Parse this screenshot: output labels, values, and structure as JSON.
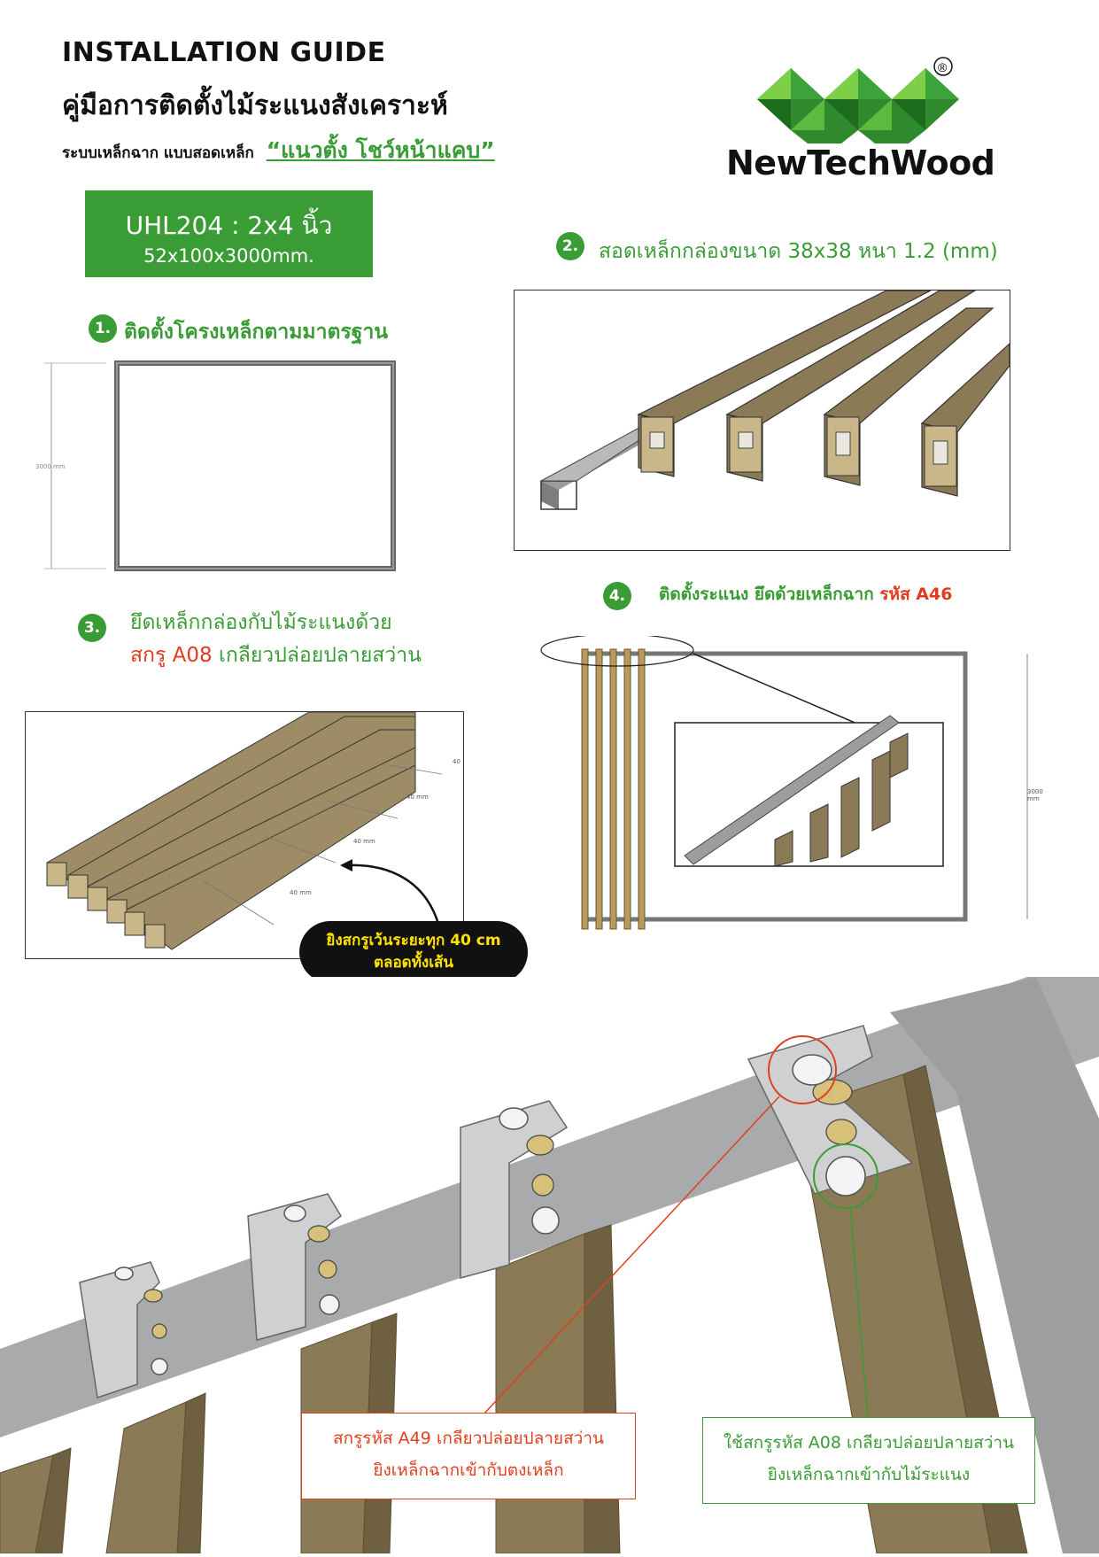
{
  "header": {
    "title_en": "INSTALLATION GUIDE",
    "title_th": "คู่มือการติดตั้งไม้ระแนงสังเคราะห์",
    "subtitle": "ระบบเหล็กฉาก แบบสอดเหล็ก",
    "subtitle_quote": "“แนวตั้ง โชว์หน้าแคบ”"
  },
  "logo": {
    "text": "NewTechWood",
    "registered": "®"
  },
  "spec": {
    "code": "UHL204 : 2x4 นิ้ว",
    "size": "52x100x3000mm."
  },
  "steps": [
    {
      "num": "1.",
      "text": "ติดตั้งโครงเหล็กตามมาตรฐาน"
    },
    {
      "num": "2.",
      "text": "สอดเหล็กกล่องขนาด 38x38 หนา 1.2 (mm)"
    },
    {
      "num": "3.",
      "text_a": "ยึดเหล็กกล่องกับไม้ระแนงด้วย",
      "text_b_red": "สกรู A08",
      "text_b": " เกลียวปล่อยปลายสว่าน"
    },
    {
      "num": "4.",
      "text": "ติดตั้งระแนง ยึดด้วยเหล็กฉาก ",
      "text_red": "รหัส A46"
    }
  ],
  "dims": {
    "frame1": "3000 mm",
    "frame4": "3000 mm",
    "spacing": [
      "40",
      "40 mm",
      "40 mm",
      "40 mm"
    ]
  },
  "pill": {
    "line1": "ยิงสกรูเว้นระยะทุก 40 cm",
    "line2": "ตลอดทั้งเส้น"
  },
  "callouts": {
    "red": {
      "line1": "สกรูรหัส A49 เกลียวปล่อยปลายสว่าน",
      "line2": "ยิงเหล็กฉากเข้ากับตงเหล็ก"
    },
    "green": {
      "line1": "ใช้สกรูรหัส A08 เกลียวปล่อยปลายสว่าน",
      "line2": "ยิงเหล็กฉากเข้ากับไม้ระแนง"
    }
  },
  "colors": {
    "brand_green": "#3a9c35",
    "accent_red": "#e23a1e",
    "wood": "#8a7a55",
    "steel": "#a8aaab"
  }
}
